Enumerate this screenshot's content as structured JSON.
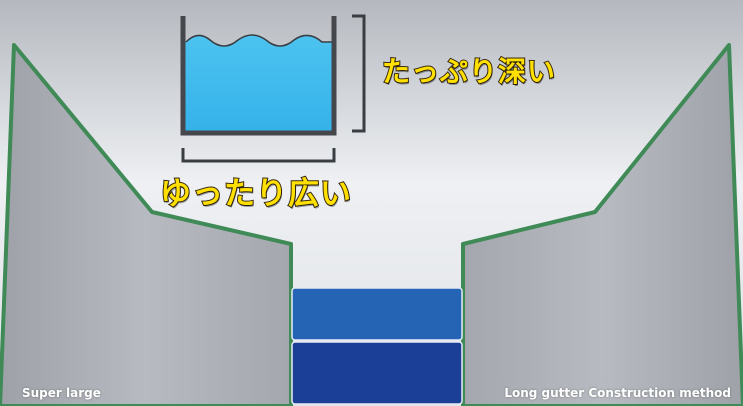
{
  "callouts": {
    "deep": "たっぷり深い",
    "wide": "ゆったり広い"
  },
  "captions": {
    "left": "Super large",
    "right": "Long gutter Construction method"
  },
  "colors": {
    "background_top": "#b8bcc2",
    "background_mid": "#f2f4f7",
    "wall_gray": "#a9adb3",
    "wall_outline_green": "#3f8a56",
    "water_blue": "#41bdee",
    "container_frame": "#45474c",
    "channel_upper_block": "#2564b4",
    "channel_lower_block": "#1b3f96",
    "callout_text": "#ffe000"
  }
}
